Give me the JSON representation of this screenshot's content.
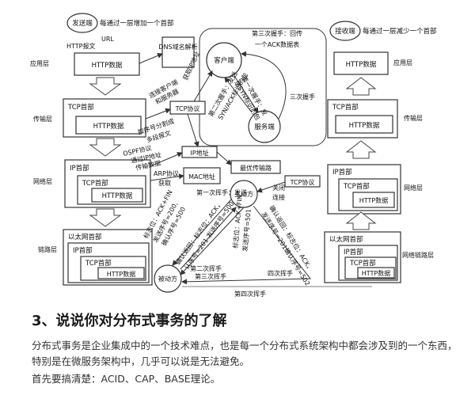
{
  "diagram": {
    "sender_note": {
      "badge": "发送端",
      "text": "每通过一层增加一个首部"
    },
    "receiver_note": {
      "badge": "接收端",
      "text": "每通过一层减少一个首部"
    },
    "left_layers": [
      "应用层",
      "传输层",
      "网络层",
      "链路层"
    ],
    "right_layers": [
      "应用层",
      "传输层",
      "网络层",
      "网络链路层"
    ],
    "left_stack": {
      "url": "URL",
      "http_msg": "HTTP报文",
      "http_data": "HTTP数据",
      "tcp_header": "TCP首部",
      "ip_header": "IP首部",
      "eth_header": "以太网首部"
    },
    "right_stack": {
      "http_data": "HTTP数据",
      "tcp_header": "TCP首部",
      "ip_header": "IP首部",
      "eth_header": "以太网首部"
    },
    "dns": "DNS域名解析",
    "tcp_protocol": "TCP协议",
    "ip_address": "IP地址",
    "mac_address": "MAC地址",
    "best_path": "最优传输路",
    "client": "客户端",
    "server": "服务端",
    "active_party": "主动方",
    "passive_party": "被动方",
    "labels": {
      "connect_client": "连接客户端",
      "and_server": "和服务器",
      "get_ip": "获取IP地址",
      "segment1": "按序号分割成",
      "segment2": "多段报文",
      "ospf": "OSPF协议",
      "via_ip": "通过IP地址",
      "transfer_data": "传输数据",
      "arp1": "ARP协议",
      "arp2": "获取",
      "hs1a": "第一次握手：发",
      "hs1b": "送SYN标识的包",
      "hs2a": "第二次握手：发送",
      "hs2b": "SYN/ACK标识的包",
      "hs3a": "第三次握手：回传",
      "hs3b": "一个ACK数据表",
      "hs3_side": "三次握手",
      "close": "关闭",
      "conn": "连接",
      "wave1": "第一次挥手：发送",
      "fin1a": "标志位：ACK+FIN",
      "fin1b": "发送序号=200,",
      "fin1c": "确认序号=500",
      "ack1a": "确认返回：标志位：ACK，",
      "ack1b": "认序号=201 发送序号=500",
      "wave2": "第二次挥手",
      "fin2a": "标志位：ACK+FIN",
      "fin2b": "发送序号=501",
      "ack2a": "确认返回：标志位：ACK，",
      "ack2b": "发送序号=201确认序号=502",
      "wave3": "第三次挥手",
      "wave4_side": "四次挥手",
      "wave4": "第四次挥手"
    }
  },
  "heading": "3、说说你对分布式事务的了解",
  "paragraph1": "分布式事务是企业集成中的一个技术难点，也是每一个分布式系统架构中都会涉及到的一个东西，特别是在微服务架构中，几乎可以说是无法避免。",
  "paragraph2": "首先要搞清楚：ACID、CAP、BASE理论。"
}
